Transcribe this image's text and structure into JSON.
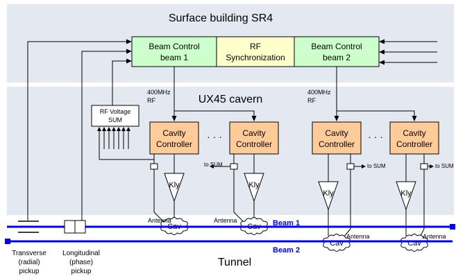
{
  "colors": {
    "zone_fill": "#e3e8f1",
    "beam_control_fill": "#ccffcc",
    "rf_sync_fill": "#ffffcc",
    "cavity_controller_fill": "#ffcc99",
    "beam_line": "#0000ff",
    "beam_label": "#0000ff",
    "line": "#000000"
  },
  "zones": {
    "surface_title": "Surface building SR4",
    "cavern_title": "UX45 cavern",
    "tunnel_title": "Tunnel"
  },
  "blocks": {
    "beam_control_1": {
      "line1": "Beam Control",
      "line2": "beam 1"
    },
    "rf_sync": {
      "line1": "RF",
      "line2": "Synchronization"
    },
    "beam_control_2": {
      "line1": "Beam Control",
      "line2": "beam 2"
    },
    "rf_voltage_sum": {
      "line1": "RF Voltage",
      "line2": "SUM"
    },
    "cavity_controller": {
      "line1": "Cavity",
      "line2": "Controller"
    }
  },
  "labels": {
    "rf_400_line1": "400MHz",
    "rf_400_line2": "RF",
    "to_sum": "to SUM",
    "klystron": "Kly",
    "cavity": "Cav",
    "antenna": "Antenna",
    "ellipsis": "· · ·",
    "beam_1": "Beam 1",
    "beam_2": "Beam 2"
  },
  "pickups": {
    "transverse": {
      "line1": "Transverse",
      "line2": "(radial)",
      "line3": "pickup"
    },
    "longitudinal": {
      "line1": "Longitudinal",
      "line2": "(phase)",
      "line3": "pickup"
    }
  }
}
